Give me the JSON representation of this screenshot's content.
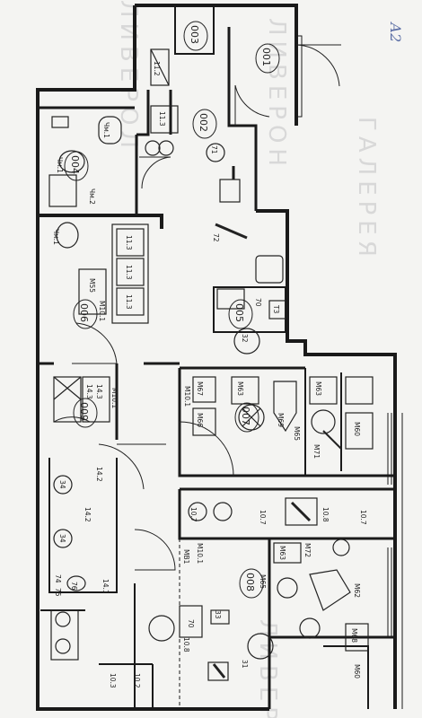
{
  "rooms": {
    "r003": "003",
    "r001": "001",
    "r002": "002",
    "r004": "004",
    "r005": "005",
    "r006": "006",
    "r007": "007",
    "r008": "008",
    "r009": "009"
  },
  "watermark": {
    "top": "ЛИВЕРОН",
    "left": "ЛИВЕРОЛ",
    "mid": "ГАЛЕРЕЯ",
    "bottom": "ЛИВЕРО"
  },
  "labels": {
    "l11_2": "11.2",
    "l11_3a": "11.3",
    "l7_1": "71",
    "l4_1a": "Чм.1",
    "l4_1b": "Чм.1",
    "l4_2": "Чм.2",
    "l4_1c": "Чм.1",
    "l7_2": "72",
    "l11_3b": "11.3",
    "l11_3c": "11.3",
    "l11_3d": "11.3",
    "lM55": "M55",
    "lM10_1a": "M10.1",
    "lT3": "T3",
    "l70a": "70",
    "l32": "32",
    "l14_3a": "14.3",
    "l14_3b": "14.3",
    "l14_2a": "14.2",
    "lM10_1b": "M10.1",
    "lM67": "M67",
    "lM63a": "M63",
    "lM63b": "M63",
    "lM66": "M66",
    "lM69": "M69",
    "lM65a": "M65",
    "lM71": "M71",
    "lM60a": "M60",
    "lM10_1c": "M10.1",
    "l10_7a": "10.7",
    "l10_8a": "10.8",
    "l10_7b": "10.7",
    "l10_7c": "10.7",
    "l34a": "34",
    "l14_2b": "14.2",
    "l34b": "34",
    "l74": "74",
    "l75": "75",
    "l76": "76",
    "l14_1": "14.1",
    "lM10_1d": "M10.1",
    "lMB1": "MB1",
    "lM63c": "M63",
    "lM72": "M72",
    "lM62": "M62",
    "lM65b": "M65",
    "lM68": "M68",
    "lM60b": "M60",
    "l33": "33",
    "l70b": "70",
    "l10_8b": "10.8",
    "l31": "31",
    "l10_3": "10.3",
    "l10_2": "10.2",
    "corner": "А2"
  }
}
